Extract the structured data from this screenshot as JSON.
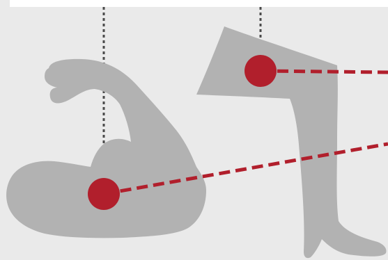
{
  "colors": {
    "background": "#eaeaea",
    "top_band": "#ffffff",
    "silhouette": "#b2b2b2",
    "marker": "#b11f2c",
    "dashed_line": "#b11f2c",
    "dotted_line": "#4a4a4a"
  },
  "figures": [
    {
      "name": "flexed-arm",
      "marker": "elbow-joint"
    },
    {
      "name": "leg",
      "marker": "knee-joint"
    }
  ]
}
